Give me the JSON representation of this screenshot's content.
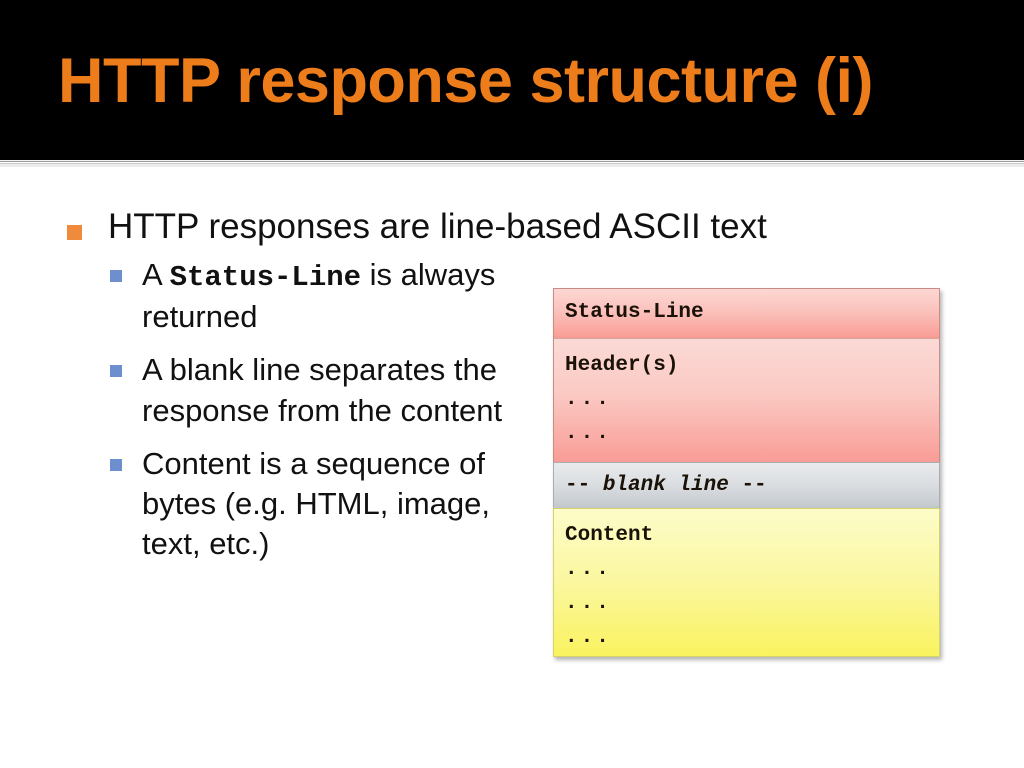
{
  "slide": {
    "title": "HTTP response structure (i)",
    "title_color": "#ED7D1B",
    "title_bar_color": "#000000",
    "background_color": "#FFFFFF"
  },
  "bullets": {
    "level1": {
      "text": "HTTP responses are line-based ASCII text",
      "marker_color": "#F08A3C"
    },
    "marker_color_level2": "#6E8FCE",
    "level2": [
      {
        "pre": "A ",
        "mono": "Status-Line",
        "post": " is always returned"
      },
      {
        "pre": "A blank line separates the response from the content",
        "mono": "",
        "post": ""
      },
      {
        "pre": "Content is a sequence of bytes (e.g. HTML, image, text, etc.)",
        "mono": "",
        "post": ""
      }
    ]
  },
  "diagram": {
    "status_box": {
      "label": "Status-Line",
      "color_top": "#FCD7D3",
      "color_bottom": "#F99C95"
    },
    "headers_box": {
      "label": "Header(s)",
      "line2": "...",
      "line3": "...",
      "color_top": "#FBDAD6",
      "color_bottom": "#F99C96"
    },
    "blank_box": {
      "dash_left": "-- ",
      "label": "blank line",
      "dash_right": " --",
      "color_top": "#E8EAEC",
      "color_bottom": "#C3C8CD"
    },
    "content_box": {
      "label": "Content",
      "line2": "...",
      "line3": "...",
      "line4": "...",
      "color_top": "#FDFCC9",
      "color_bottom": "#F9F35F"
    }
  }
}
